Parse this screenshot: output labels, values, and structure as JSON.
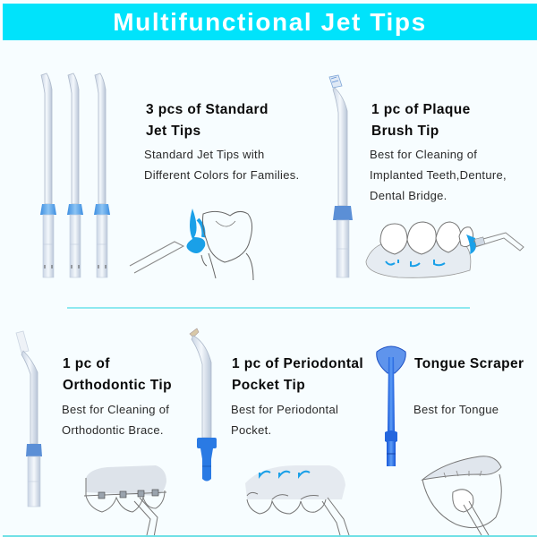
{
  "banner": {
    "title": "Multifunctional Jet Tips",
    "background_color": "#00e3fb",
    "text_color": "#ffffff"
  },
  "colors": {
    "page_background": "#f7fdff",
    "accent_blue": "#3a8fe6",
    "tip_blue": "#1e6fe8",
    "divider": "#8ee9f0"
  },
  "items": [
    {
      "id": "standard-jet-tips",
      "title_lines": [
        "3 pcs of Standard",
        "Jet Tips"
      ],
      "desc_lines": [
        "Standard Jet Tips with",
        "Different Colors for Families."
      ],
      "icon": "standard-jet-tip-icon",
      "illustration": "tooth-cleaning-illustration"
    },
    {
      "id": "plaque-brush-tip",
      "title_lines": [
        "1 pc of Plaque",
        "Brush Tip"
      ],
      "desc_lines": [
        "Best for Cleaning of",
        "Implanted Teeth,Denture,",
        "Dental Bridge."
      ],
      "icon": "plaque-brush-tip-icon",
      "illustration": "denture-cleaning-illustration"
    },
    {
      "id": "orthodontic-tip",
      "title_lines": [
        "1 pc of",
        "Orthodontic Tip"
      ],
      "desc_lines": [
        "Best for Cleaning of",
        "Orthodontic Brace."
      ],
      "icon": "orthodontic-tip-icon",
      "illustration": "braces-cleaning-illustration"
    },
    {
      "id": "periodontal-pocket-tip",
      "title_lines": [
        "1 pc of Periodontal",
        "Pocket Tip"
      ],
      "desc_lines": [
        "Best for Periodontal",
        "Pocket."
      ],
      "icon": "periodontal-pocket-tip-icon",
      "illustration": "gum-pocket-illustration"
    },
    {
      "id": "tongue-scraper",
      "title_lines": [
        "Tongue Scraper"
      ],
      "desc_lines": [
        "Best for Tongue"
      ],
      "icon": "tongue-scraper-icon",
      "illustration": "tongue-cleaning-illustration"
    }
  ]
}
